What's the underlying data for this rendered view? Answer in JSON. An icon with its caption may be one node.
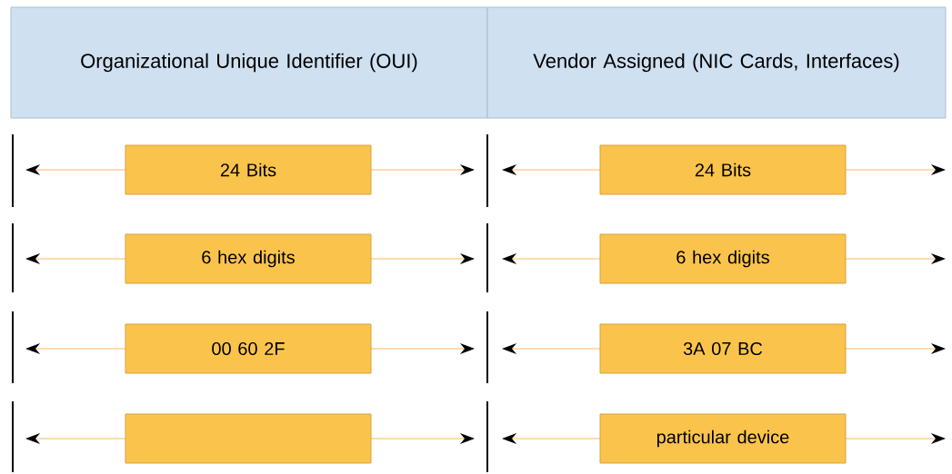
{
  "diagram": {
    "nodes": [
      {
        "text": [
          "Organizational Unique Identifier (OUI)"
        ]
      },
      {
        "text": [
          "Vendor Assigned (NIC Cards, Interfaces)"
        ]
      },
      {
        "text": [
          "24 Bits"
        ]
      },
      {
        "text": [
          "24 Bits"
        ]
      },
      {
        "text": [
          "6 hex digits"
        ]
      },
      {
        "text": [
          "6 hex digits"
        ]
      },
      {
        "text": [
          "00 60 2F"
        ]
      },
      {
        "text": [
          "3A 07 BC"
        ]
      },
      {
        "text": [],
        "shape": "box"
      },
      {
        "text": [
          "particular device"
        ]
      }
    ]
  }
}
